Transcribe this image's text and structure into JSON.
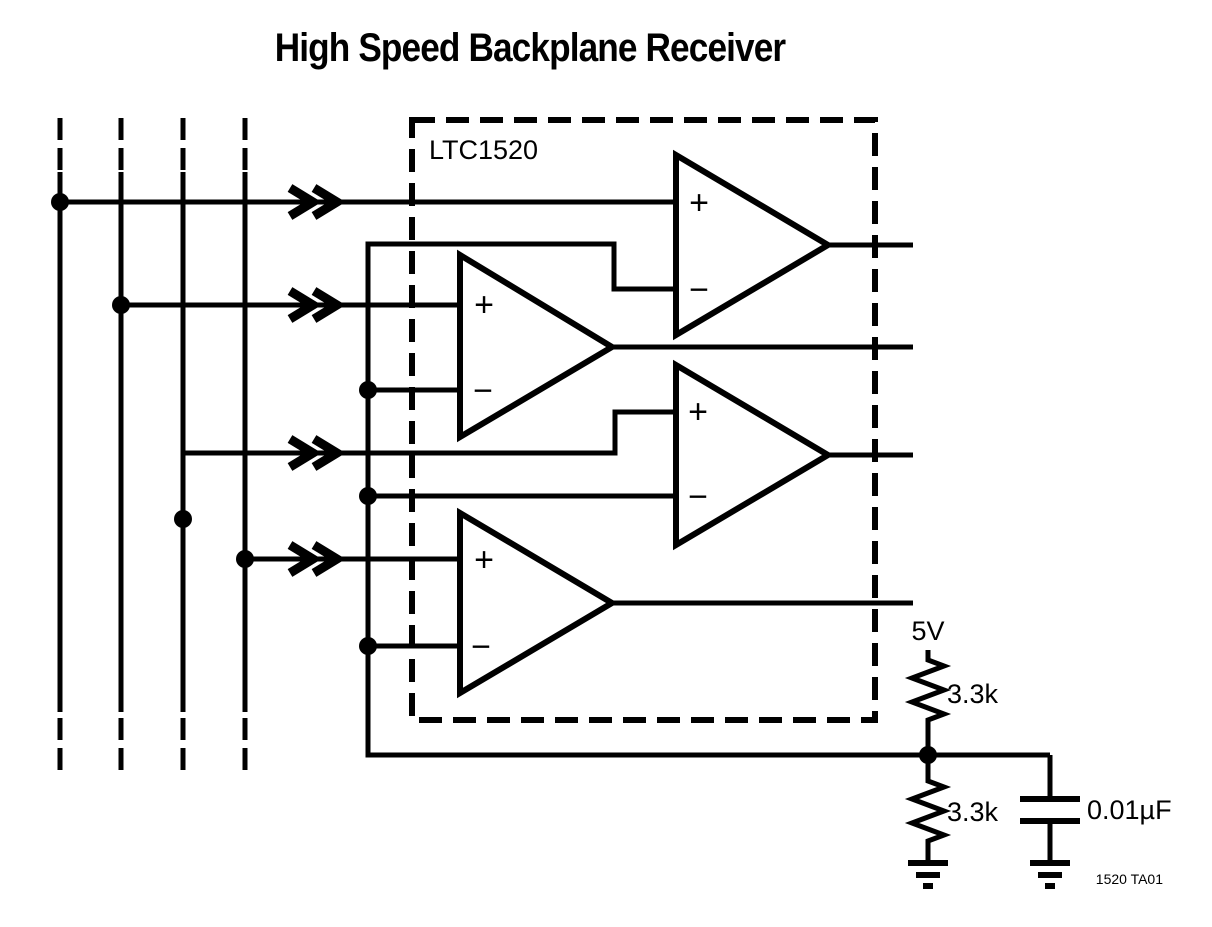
{
  "title": "High Speed Backplane Receiver",
  "ic": {
    "label": "LTC1520"
  },
  "power": {
    "supply_label": "5V"
  },
  "resistors": {
    "top_label": "3.3k",
    "bottom_label": "3.3k"
  },
  "capacitor": {
    "label": "0.01µF"
  },
  "figure_ref": "1520 TA01",
  "comparators": [
    {
      "plus_label": "+",
      "minus_label": "−"
    },
    {
      "plus_label": "+",
      "minus_label": "−"
    },
    {
      "plus_label": "+",
      "minus_label": "−"
    },
    {
      "plus_label": "+",
      "minus_label": "−"
    }
  ],
  "colors": {
    "ink": "#000000",
    "background": "#ffffff"
  }
}
